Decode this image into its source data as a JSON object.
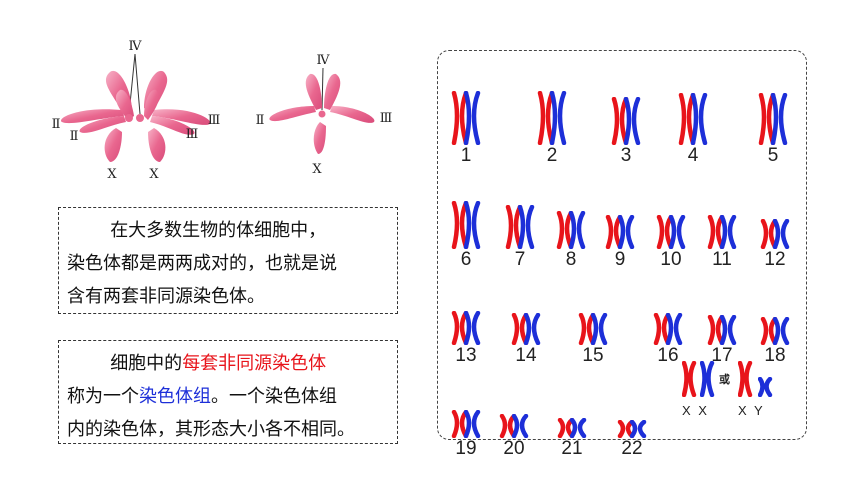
{
  "roman": {
    "iv": "Ⅳ",
    "ii": "Ⅱ",
    "iii": "Ⅲ",
    "x": "X"
  },
  "text_block_1": {
    "line1": "在大多数生物的体细胞中，",
    "line2": "染色体都是两两成对的，也就是说",
    "line3": "含有两套非同源染色体。"
  },
  "text_block_2": {
    "prefix1": "细胞中的",
    "highlight_red": "每套非同源染色体",
    "prefix2": "称为一个",
    "highlight_blue": "染色体组",
    "suffix2": "。一个染色体组",
    "line3": "内的染色体，其形态大小各不相同。"
  },
  "karyotype": {
    "numbers": [
      "1",
      "2",
      "3",
      "4",
      "5",
      "6",
      "7",
      "8",
      "9",
      "10",
      "11",
      "12",
      "13",
      "14",
      "15",
      "16",
      "17",
      "18",
      "19",
      "20",
      "21",
      "22"
    ],
    "or_label": "或",
    "sex_xx": "X X",
    "sex_xy": "X  Y"
  },
  "colors": {
    "maternal": "#e8141b",
    "paternal": "#1d2fd8",
    "fly_chromosome": "#e76c93"
  }
}
